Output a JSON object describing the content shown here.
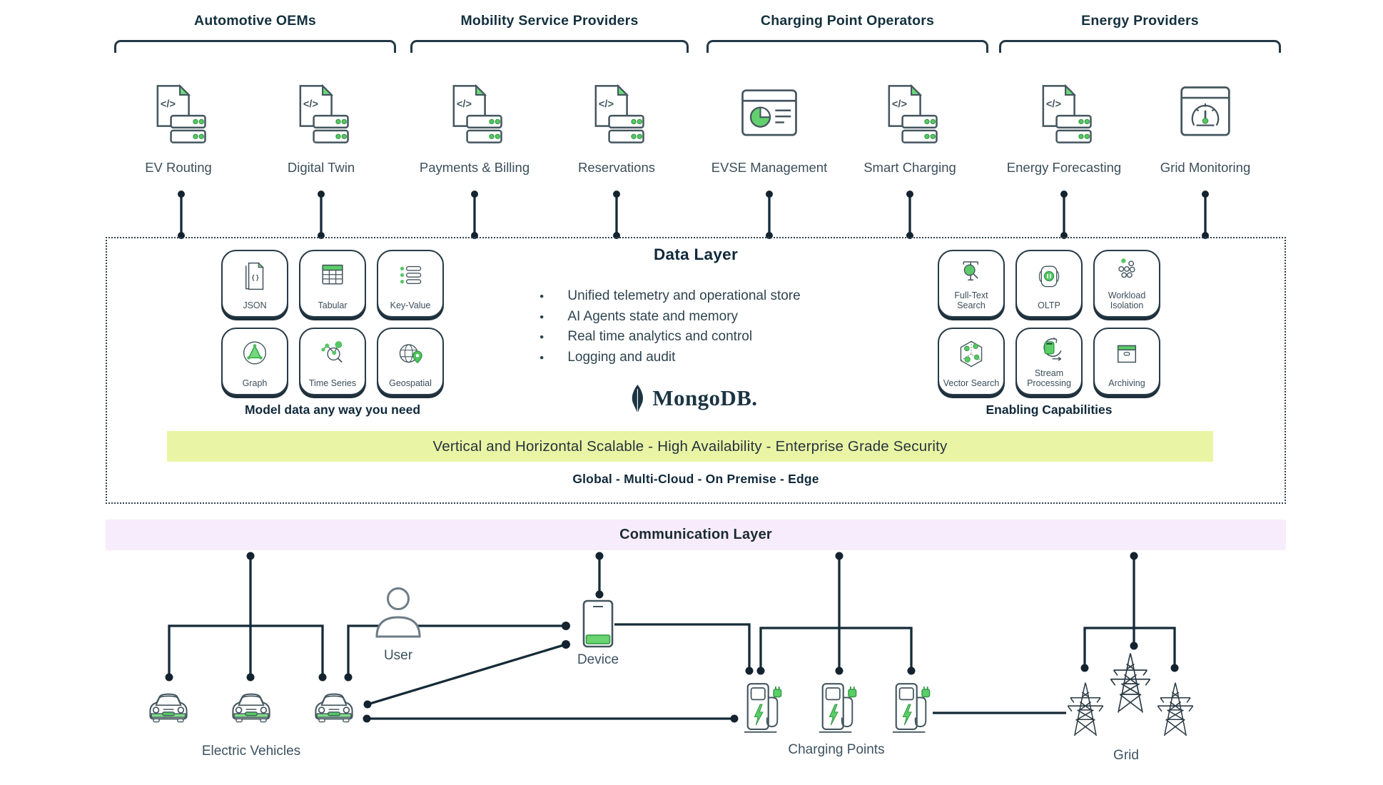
{
  "colors": {
    "navy": "#1d3240",
    "green": "#56c763",
    "green_light": "#7ede86",
    "banner_yellow": "#e9f5a4",
    "banner_purple": "#f7ecfb"
  },
  "icon_glyphs": {
    "code": "</>",
    "braces": "{ }"
  },
  "groups": [
    {
      "label": "Automotive OEMs",
      "items": [
        {
          "label": "EV Routing",
          "icon": "doc-server"
        },
        {
          "label": "Digital Twin",
          "icon": "doc-server"
        }
      ]
    },
    {
      "label": "Mobility Service Providers",
      "items": [
        {
          "label": "Payments & Billing",
          "icon": "doc-server"
        },
        {
          "label": "Reservations",
          "icon": "doc-server"
        }
      ]
    },
    {
      "label": "Charging Point Operators",
      "items": [
        {
          "label": "EVSE Management",
          "icon": "browser-chart"
        },
        {
          "label": "Smart Charging",
          "icon": "doc-server"
        }
      ]
    },
    {
      "label": "Energy Providers",
      "items": [
        {
          "label": "Energy Forecasting",
          "icon": "doc-server"
        },
        {
          "label": "Grid Monitoring",
          "icon": "browser-gauge"
        }
      ]
    }
  ],
  "data_layer": {
    "title": "Data Layer",
    "bullets": [
      "Unified telemetry and operational store",
      "AI Agents state and memory",
      "Real time analytics and control",
      "Logging and audit"
    ],
    "model_tiles": [
      {
        "label": "JSON",
        "icon": "json"
      },
      {
        "label": "Tabular",
        "icon": "tabular"
      },
      {
        "label": "Key-Value",
        "icon": "keyvalue"
      },
      {
        "label": "Graph",
        "icon": "graph"
      },
      {
        "label": "Time Series",
        "icon": "timeseries"
      },
      {
        "label": "Geospatial",
        "icon": "geospatial"
      }
    ],
    "model_caption": "Model data any way you need",
    "capability_tiles": [
      {
        "label": "Full-Text Search",
        "icon": "fulltext"
      },
      {
        "label": "OLTP",
        "icon": "oltp"
      },
      {
        "label": "Workload Isolation",
        "icon": "workload"
      },
      {
        "label": "Vector Search",
        "icon": "vector"
      },
      {
        "label": "Stream Processing",
        "icon": "stream"
      },
      {
        "label": "Archiving",
        "icon": "archiving"
      }
    ],
    "capabilities_caption": "Enabling Capabilities",
    "logo_text": "MongoDB.",
    "scalable_banner": "Vertical and Horizontal Scalable - High Availability  - Enterprise Grade Security",
    "deployment_caption": "Global - Multi-Cloud - On Premise - Edge"
  },
  "communication_layer": {
    "label": "Communication Layer"
  },
  "edge": {
    "labels": {
      "vehicles": "Electric Vehicles",
      "user": "User",
      "device": "Device",
      "charging": "Charging Points",
      "grid": "Grid"
    }
  }
}
